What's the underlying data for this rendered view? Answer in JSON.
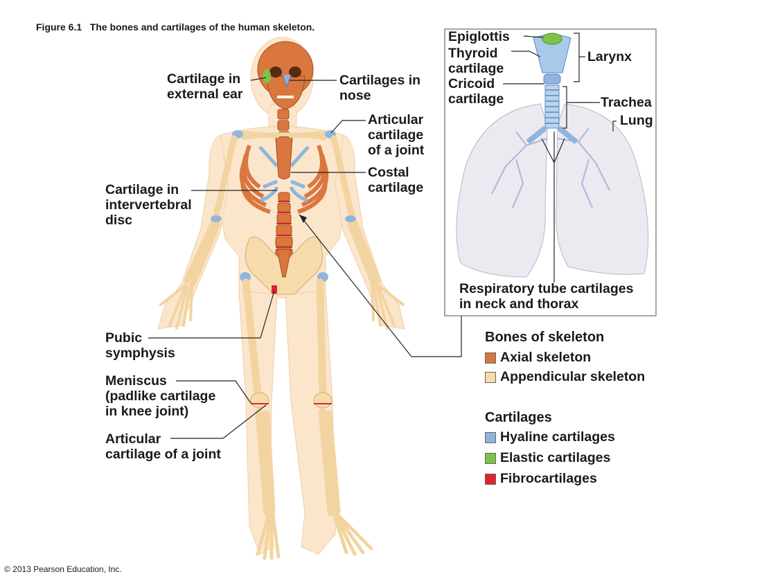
{
  "figure": {
    "caption": "Figure 6.1   The bones and cartilages of the human skeleton.",
    "credit": "© 2013 Pearson Education, Inc."
  },
  "labels": {
    "ext_ear": [
      "Cartilage in",
      "external ear"
    ],
    "nose": [
      "Cartilages in",
      "nose"
    ],
    "artic_shoulder": [
      "Articular",
      "cartilage",
      "of a joint"
    ],
    "costal": [
      "Costal",
      "cartilage"
    ],
    "ivd": [
      "Cartilage in",
      "intervertebral",
      "disc"
    ],
    "pubic": [
      "Pubic",
      "symphysis"
    ],
    "meniscus": [
      "Meniscus",
      "(padlike cartilage",
      "in knee joint)"
    ],
    "artic_knee": [
      "Articular",
      "cartilage of a joint"
    ]
  },
  "inset": {
    "epiglottis": "Epiglottis",
    "thyroid": [
      "Thyroid",
      "cartilage"
    ],
    "cricoid": [
      "Cricoid",
      "cartilage"
    ],
    "larynx": "Larynx",
    "trachea": "Trachea",
    "lung": "Lung",
    "resp": [
      "Respiratory tube cartilages",
      "in neck and thorax"
    ]
  },
  "legend": {
    "bones_title": "Bones of skeleton",
    "axial": "Axial skeleton",
    "appendicular": "Appendicular skeleton",
    "cart_title": "Cartilages",
    "hyaline": "Hyaline cartilages",
    "elastic": "Elastic cartilages",
    "fibro": "Fibrocartilages"
  },
  "colors": {
    "axial": "#d9773f",
    "appendicular": "#f7dcab",
    "hyaline": "#8fb5de",
    "elastic": "#7dc34a",
    "fibro": "#e0232e",
    "body": "#fbe6cc"
  }
}
